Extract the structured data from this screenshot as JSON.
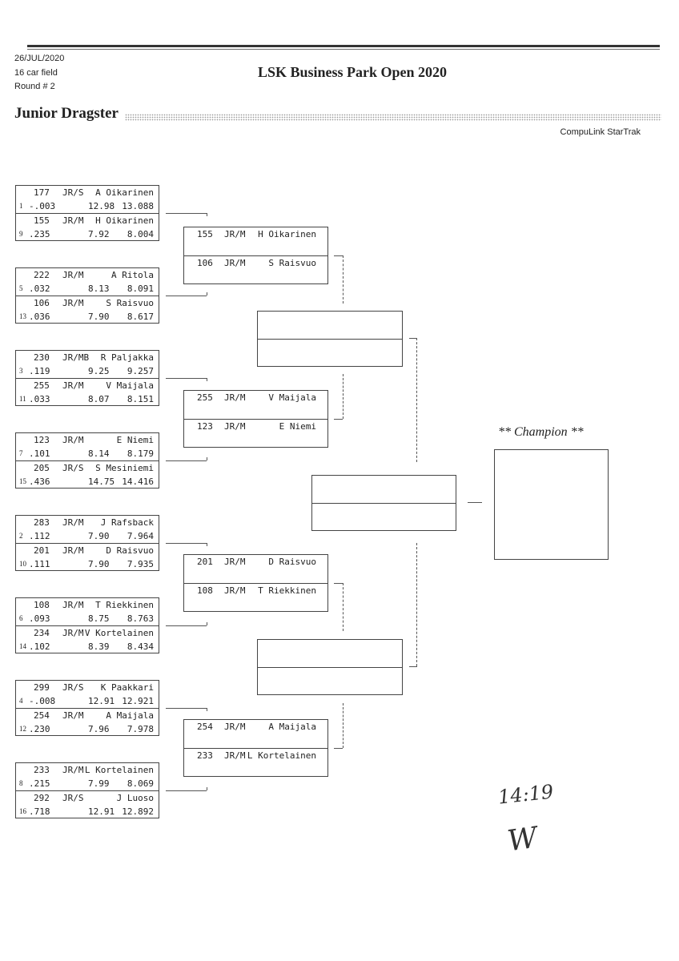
{
  "header": {
    "date": "26/JUL/2020",
    "field": "16 car field",
    "round": "Round # 2",
    "event_title": "LSK Business Park Open 2020",
    "class_title": "Junior Dragster",
    "credit": "CompuLink StarTrak"
  },
  "round1": [
    {
      "top": {
        "car": "177",
        "cls": "JR/S",
        "name": "A Oikarinen",
        "seed": "1",
        "rt": "-.003",
        "dial": "12.98",
        "et": "13.088"
      },
      "bottom": {
        "car": "155",
        "cls": "JR/M",
        "name": "H Oikarinen",
        "seed": "9",
        "rt": ".235",
        "dial": "7.92",
        "et": "8.004"
      }
    },
    {
      "top": {
        "car": "222",
        "cls": "JR/M",
        "name": "A Ritola",
        "seed": "5",
        "rt": ".032",
        "dial": "8.13",
        "et": "8.091"
      },
      "bottom": {
        "car": "106",
        "cls": "JR/M",
        "name": "S Raisvuo",
        "seed": "13",
        "rt": ".036",
        "dial": "7.90",
        "et": "8.617"
      }
    },
    {
      "top": {
        "car": "230",
        "cls": "JR/MB",
        "name": "R Paljakka",
        "seed": "3",
        "rt": ".119",
        "dial": "9.25",
        "et": "9.257"
      },
      "bottom": {
        "car": "255",
        "cls": "JR/M",
        "name": "V Maijala",
        "seed": "11",
        "rt": ".033",
        "dial": "8.07",
        "et": "8.151"
      }
    },
    {
      "top": {
        "car": "123",
        "cls": "JR/M",
        "name": "E Niemi",
        "seed": "7",
        "rt": ".101",
        "dial": "8.14",
        "et": "8.179"
      },
      "bottom": {
        "car": "205",
        "cls": "JR/S",
        "name": "S Mesiniemi",
        "seed": "15",
        "rt": ".436",
        "dial": "14.75",
        "et": "14.416"
      }
    },
    {
      "top": {
        "car": "283",
        "cls": "JR/M",
        "name": "J Rafsback",
        "seed": "2",
        "rt": ".112",
        "dial": "7.90",
        "et": "7.964"
      },
      "bottom": {
        "car": "201",
        "cls": "JR/M",
        "name": "D Raisvuo",
        "seed": "10",
        "rt": ".111",
        "dial": "7.90",
        "et": "7.935"
      }
    },
    {
      "top": {
        "car": "108",
        "cls": "JR/M",
        "name": "T Riekkinen",
        "seed": "6",
        "rt": ".093",
        "dial": "8.75",
        "et": "8.763"
      },
      "bottom": {
        "car": "234",
        "cls": "JR/M",
        "name": "V Kortelainen",
        "seed": "14",
        "rt": ".102",
        "dial": "8.39",
        "et": "8.434"
      }
    },
    {
      "top": {
        "car": "299",
        "cls": "JR/S",
        "name": "K Paakkari",
        "seed": "4",
        "rt": "-.008",
        "dial": "12.91",
        "et": "12.921"
      },
      "bottom": {
        "car": "254",
        "cls": "JR/M",
        "name": "A Maijala",
        "seed": "12",
        "rt": ".230",
        "dial": "7.96",
        "et": "7.978"
      }
    },
    {
      "top": {
        "car": "233",
        "cls": "JR/M",
        "name": "L Kortelainen",
        "seed": "8",
        "rt": ".215",
        "dial": "7.99",
        "et": "8.069"
      },
      "bottom": {
        "car": "292",
        "cls": "JR/S",
        "name": "J Luoso",
        "seed": "16",
        "rt": ".718",
        "dial": "12.91",
        "et": "12.892"
      }
    }
  ],
  "round2": [
    {
      "top": {
        "car": "155",
        "cls": "JR/M",
        "name": "H Oikarinen"
      },
      "bottom": {
        "car": "106",
        "cls": "JR/M",
        "name": "S Raisvuo"
      }
    },
    {
      "top": {
        "car": "255",
        "cls": "JR/M",
        "name": "V Maijala"
      },
      "bottom": {
        "car": "123",
        "cls": "JR/M",
        "name": "E Niemi"
      }
    },
    {
      "top": {
        "car": "201",
        "cls": "JR/M",
        "name": "D Raisvuo"
      },
      "bottom": {
        "car": "108",
        "cls": "JR/M",
        "name": "T Riekkinen"
      }
    },
    {
      "top": {
        "car": "254",
        "cls": "JR/M",
        "name": "A Maijala"
      },
      "bottom": {
        "car": "233",
        "cls": "JR/M",
        "name": "L Kortelainen"
      }
    }
  ],
  "champion": {
    "label": "** Champion **"
  },
  "handwritten": {
    "time": "14:19",
    "initials": "W"
  }
}
